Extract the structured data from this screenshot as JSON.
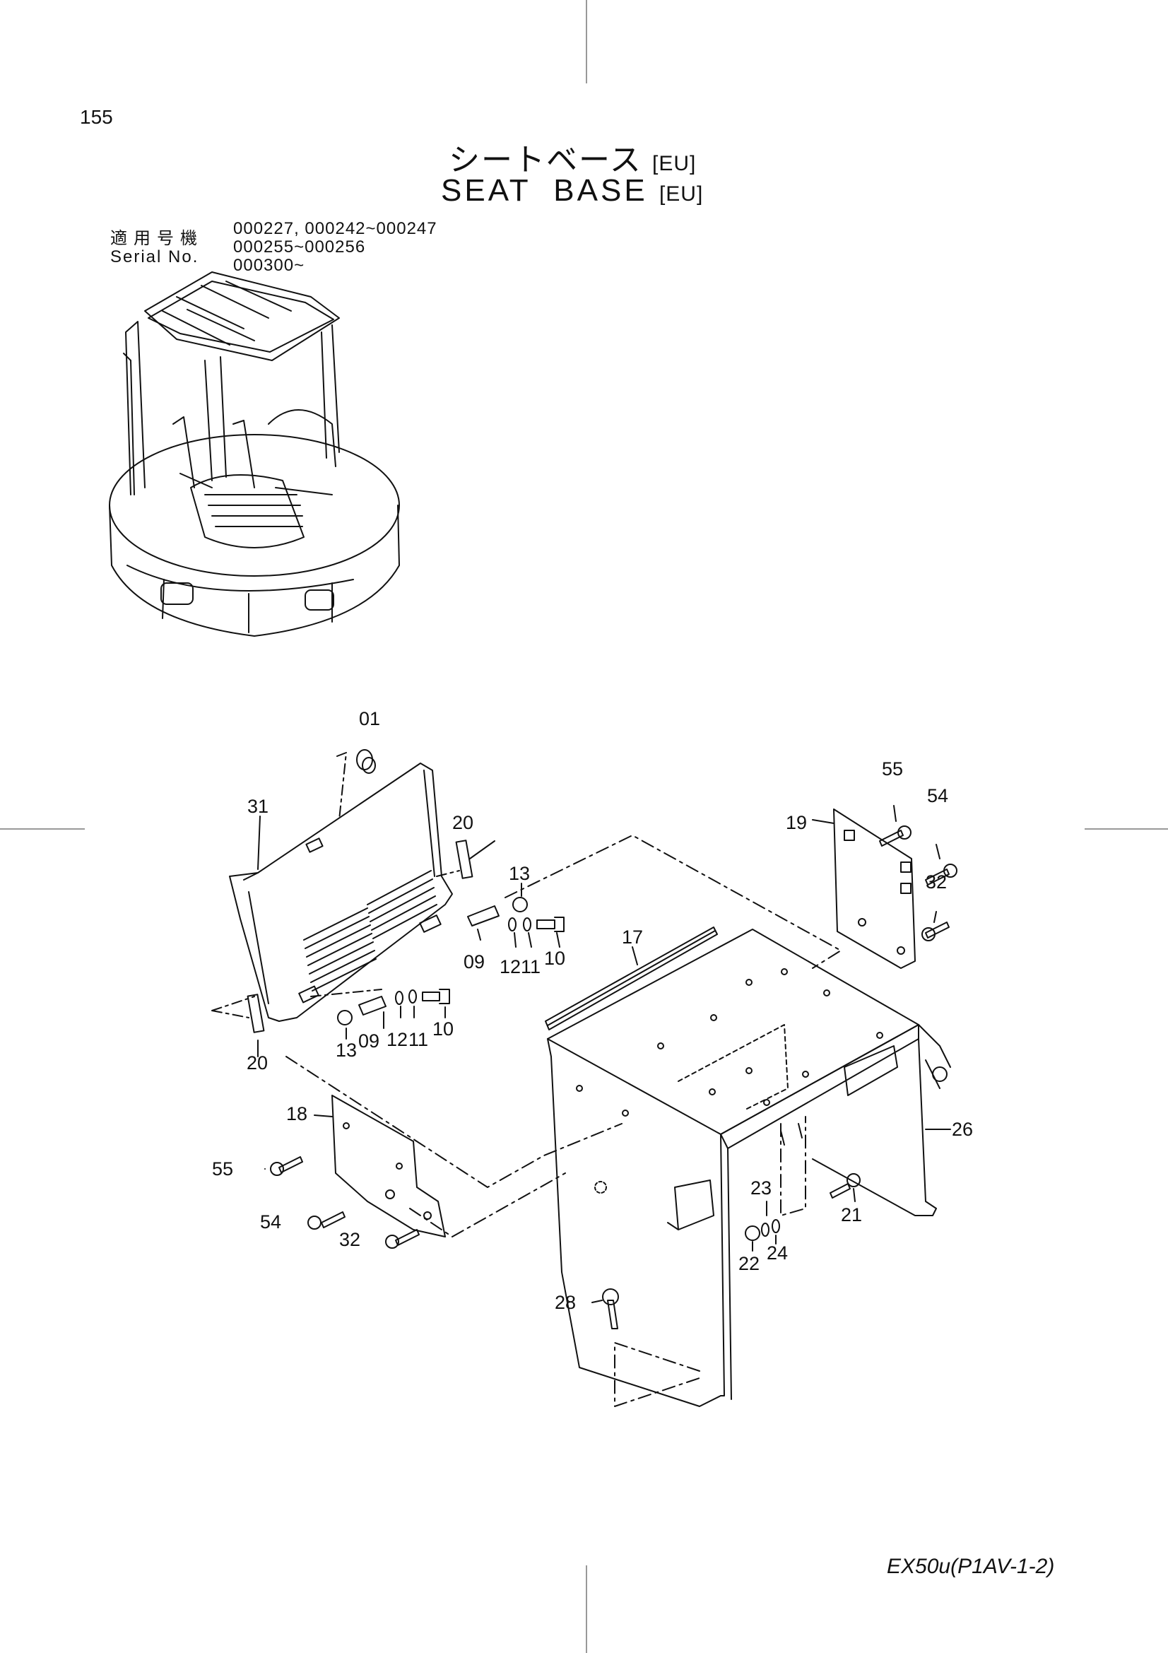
{
  "page_number": "155",
  "title_jp": "シートベース",
  "title_en": "SEAT  BASE",
  "region_tag": "[EU]",
  "serial": {
    "label_jp": "適用号機",
    "label_en": "Serial No.",
    "values": [
      "000227, 000242~000247",
      "000255~000256",
      "000300~"
    ]
  },
  "footer_code": "EX50u(P1AV-1-2)",
  "callouts": [
    "01",
    "31",
    "20",
    "13",
    "09",
    "12",
    "11",
    "10",
    "20",
    "13",
    "09",
    "12",
    "11",
    "10",
    "17",
    "55",
    "54",
    "19",
    "32",
    "26",
    "18",
    "55",
    "54",
    "32",
    "23",
    "22",
    "24",
    "21",
    "28"
  ]
}
